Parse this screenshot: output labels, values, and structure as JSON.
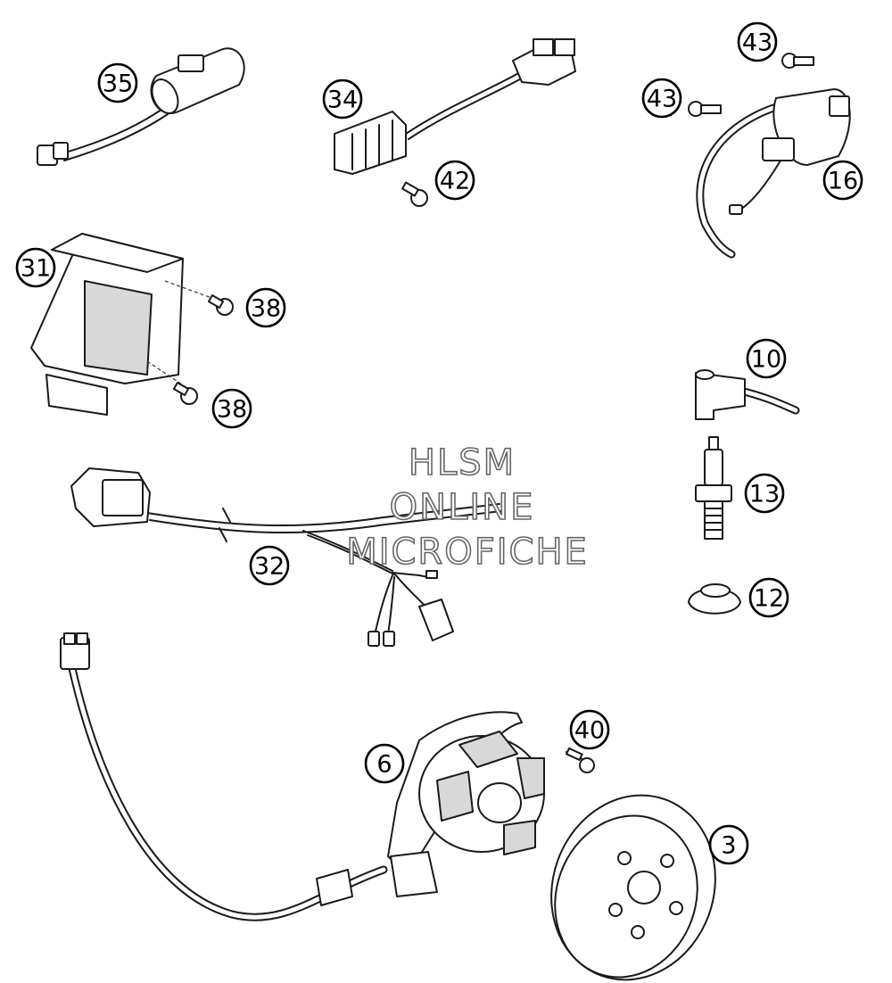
{
  "callouts": {
    "c35": "35",
    "c34": "34",
    "c43a": "43",
    "c43b": "43",
    "c42": "42",
    "c16": "16",
    "c31": "31",
    "c38a": "38",
    "c38b": "38",
    "c10": "10",
    "c13": "13",
    "c12": "12",
    "c32": "32",
    "c40": "40",
    "c6": "6",
    "c3": "3"
  },
  "watermark": {
    "line1": "HLSM",
    "line2": "ONLINE",
    "line3": "MICROFICHE"
  }
}
